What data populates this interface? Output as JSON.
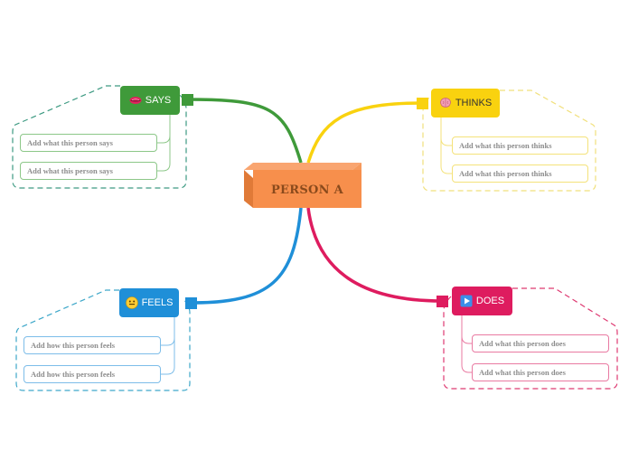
{
  "center": {
    "label": "PERSON A",
    "color": "#f78f4c"
  },
  "branches": {
    "says": {
      "label": "SAYS",
      "icon": "lips-icon",
      "color": "#3f9a3a",
      "items": [
        "Add what this person says",
        "Add what this person says"
      ]
    },
    "thinks": {
      "label": "THINKS",
      "icon": "brain-icon",
      "color": "#f9d20f",
      "items": [
        "Add what this person thinks",
        "Add what this person thinks"
      ]
    },
    "feels": {
      "label": "FEELS",
      "icon": "smiley-icon",
      "color": "#1f8fd8",
      "items": [
        "Add how this person feels",
        "Add how this person feels"
      ]
    },
    "does": {
      "label": "DOES",
      "icon": "play-button-icon",
      "color": "#de1c5f",
      "items": [
        "Add what this person does",
        "Add what this person does"
      ]
    }
  }
}
